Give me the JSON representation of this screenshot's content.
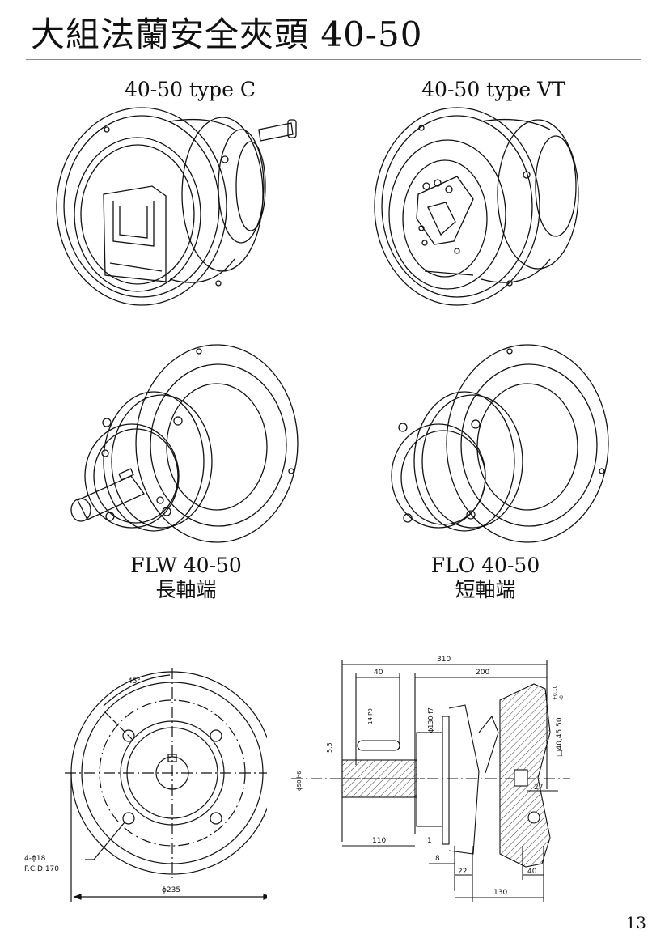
{
  "header": {
    "title": "大組法蘭安全夾頭 40-50"
  },
  "products": [
    {
      "name": "40-50 type C",
      "sub": ""
    },
    {
      "name": "40-50 type VT",
      "sub": ""
    },
    {
      "name": "FLW 40-50",
      "sub": "長軸端"
    },
    {
      "name": "FLO 40-50",
      "sub": "短軸端"
    }
  ],
  "front_view": {
    "angle": "45°",
    "holes": "4-ϕ18",
    "pcd": "P.C.D.170",
    "diameter": "ϕ235"
  },
  "side_view": {
    "total_length": "310",
    "dim_40_top": "40",
    "dim_200": "200",
    "dim_14p9": "14 P9",
    "dim_phi130": "ϕ130 f7",
    "dim_5_5": "5.5",
    "dim_phi50": "ϕ50 h6",
    "dim_110": "110",
    "dim_1": "1",
    "dim_8": "8",
    "dim_22": "22",
    "dim_130": "130",
    "dim_27": "27",
    "dim_40_bottom": "40",
    "dim_square": "□40,45,50",
    "tolerance_upper": "+0.10",
    "tolerance_lower": "-0"
  },
  "footer": {
    "page_number": "13"
  },
  "colors": {
    "line": "#111111",
    "rule": "#8a8a8a"
  }
}
